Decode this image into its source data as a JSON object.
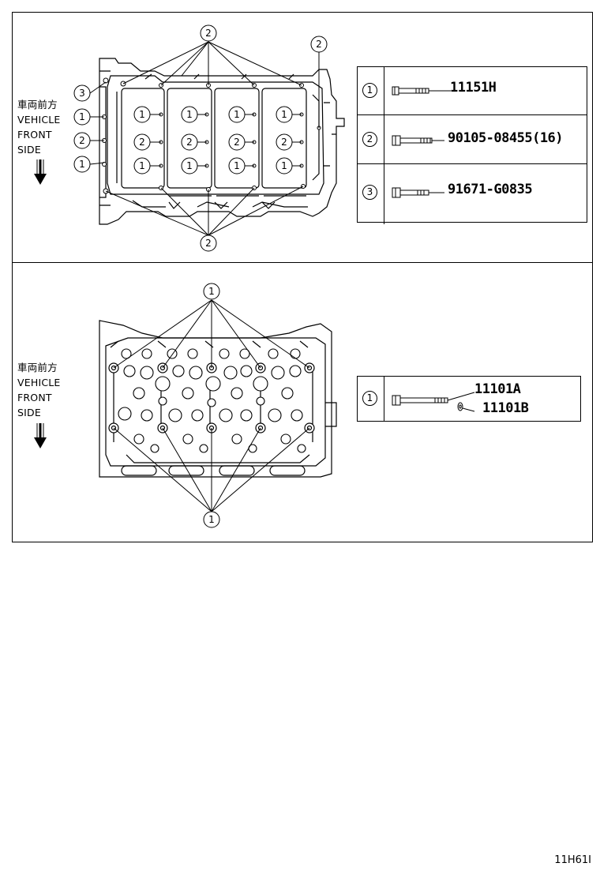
{
  "direction_note": {
    "jp": "車両前方",
    "line1": "VEHICLE",
    "line2": "FRONT",
    "line3": "SIDE"
  },
  "top_diagram": {
    "callouts": [
      "1",
      "2",
      "3"
    ],
    "parts": [
      {
        "index": "1",
        "part_number": "11151H"
      },
      {
        "index": "2",
        "part_number": "90105-08455(16)"
      },
      {
        "index": "3",
        "part_number": "91671-G0835"
      }
    ]
  },
  "bottom_diagram": {
    "callouts": [
      "1"
    ],
    "parts": [
      {
        "index": "1",
        "part_numbers": [
          "11101A",
          "11101B"
        ]
      }
    ]
  },
  "footer_code": "11H61I"
}
